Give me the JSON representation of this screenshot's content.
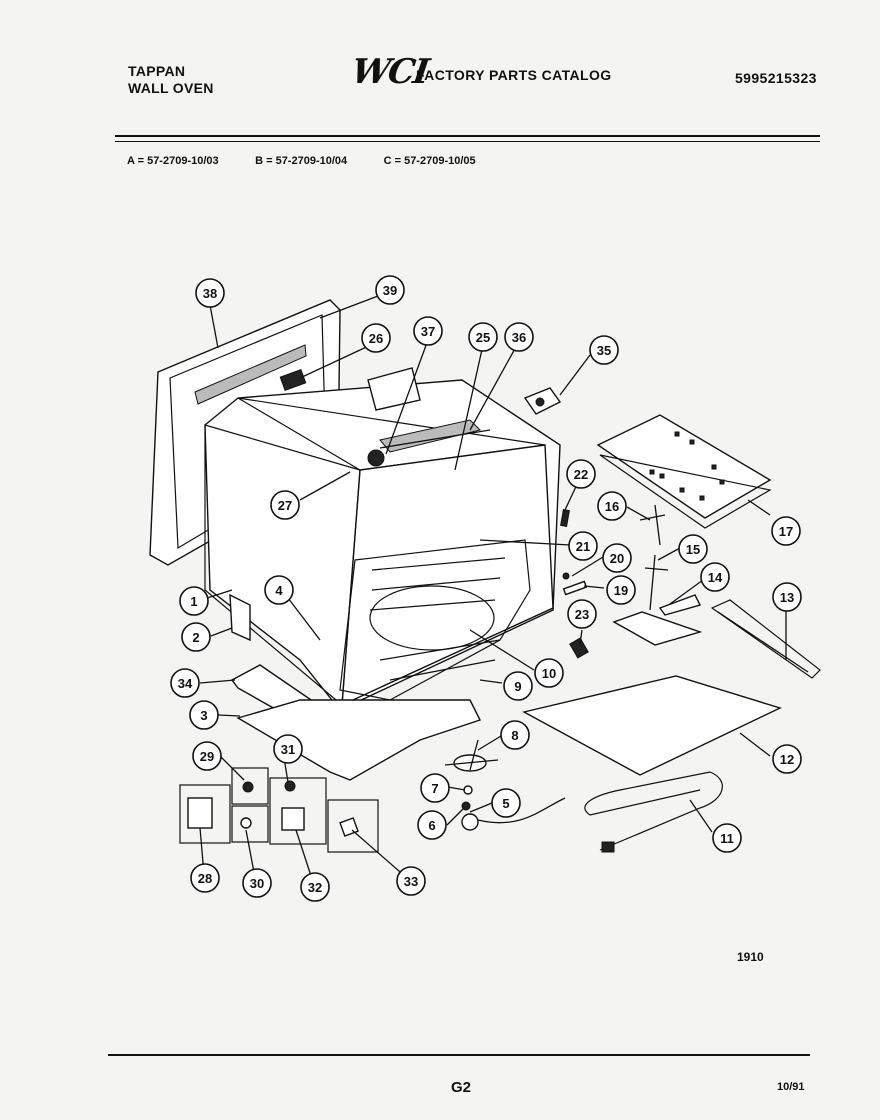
{
  "header": {
    "brand": "TAPPAN",
    "product": "WALL OVEN",
    "logo_text": "WCI",
    "catalog_title": "FACTORY PARTS CATALOG",
    "catalog_number": "5995215323"
  },
  "models": [
    "A = 57-2709-10/03",
    "B = 57-2709-10/04",
    "C = 57-2709-10/05"
  ],
  "diagram": {
    "callouts": [
      "38",
      "39",
      "26",
      "37",
      "25",
      "36",
      "35",
      "22",
      "16",
      "17",
      "27",
      "21",
      "20",
      "15",
      "19",
      "14",
      "13",
      "1",
      "4",
      "2",
      "23",
      "10",
      "34",
      "9",
      "3",
      "12",
      "8",
      "29",
      "31",
      "7",
      "5",
      "6",
      "11",
      "28",
      "30",
      "32",
      "33"
    ],
    "figure_number": "1910"
  },
  "footer": {
    "page": "G2",
    "date": "10/91"
  }
}
